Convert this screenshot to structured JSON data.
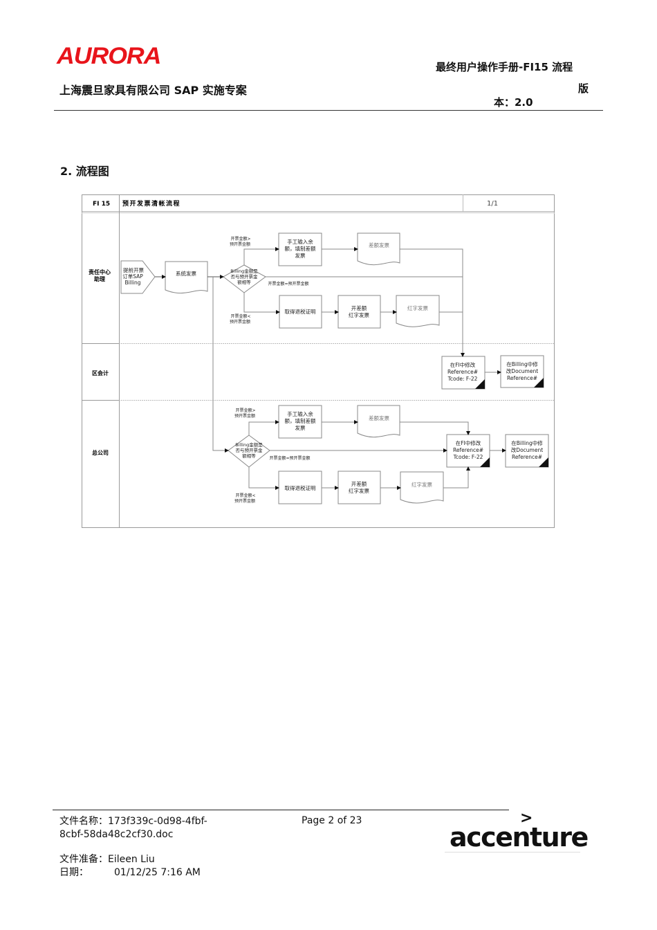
{
  "header": {
    "logo_text": "AURORA",
    "company_project": "上海震旦家具有限公司 SAP 实施专案",
    "manual_title": "最终用户操作手册-FI15 流程",
    "version_label_1": "版",
    "version_label_2": "本：2.0"
  },
  "section": {
    "title": "2.  流程图"
  },
  "flowchart": {
    "code": "FI 15",
    "name": "预开发票清帐流程",
    "page": "1/1",
    "lanes": [
      {
        "label": "责任中心\n助理",
        "label_l1": "责任中心",
        "label_l2": "助理"
      },
      {
        "label": "区会计"
      },
      {
        "label": "总公司"
      }
    ],
    "nodes": {
      "start_l1": "提前开票",
      "start_l2": "订单SAP",
      "start_l3": "Billing",
      "system_invoice": "系统发票",
      "decision_l1": "Billing金额是",
      "decision_l2": "否与预开票金",
      "decision_l3": "额相等",
      "manual_l1": "手工输入余",
      "manual_l2": "额，填制差额",
      "manual_l3": "发票",
      "diff_invoice": "差额发票",
      "tax_cert": "取得退税证明",
      "red_diff_l1": "开差额",
      "red_diff_l2": "红字发票",
      "red_invoice": "红字发票",
      "fi_l1": "在FI中修改",
      "fi_l2": "Reference#",
      "fi_l3": "Tcode: F-22",
      "billing_l1": "在Billing中修",
      "billing_l2": "改Document",
      "billing_l3": "Reference#"
    },
    "conditions": {
      "greater_l1": "开票金额>",
      "greater_l2": "预开票金额",
      "equal": "开票金额=预开票金额",
      "less_l1": "开票金额<",
      "less_l2": "预开票金额"
    }
  },
  "footer": {
    "file_name_label": "文件名称：",
    "file_name_l1": "173f339c-0d98-4fbf-",
    "file_name_l2": "8cbf-58da48c2cf30.doc",
    "page_info": "Page 2 of 23",
    "prepared_label": "文件准备：",
    "prepared_by": "Eileen Liu",
    "date_label": "日期：",
    "date_value": "01/12/25 7:16 AM",
    "logo_text": "accenture",
    "logo_mark": ">"
  },
  "colors": {
    "aurora_red": "#e8141b",
    "line": "#888888",
    "text": "#111111"
  }
}
